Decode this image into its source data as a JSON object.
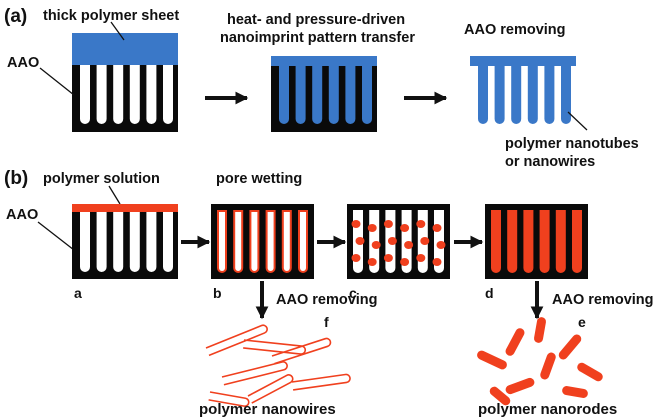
{
  "colors": {
    "polymer_blue": "#3a78c8",
    "polymer_red": "#f0401e",
    "aao": "#0a0a0a",
    "pore": "#ffffff"
  },
  "panel_a": {
    "label": "(a)",
    "thick_sheet_label": "thick polymer sheet",
    "aao_label": "AAO",
    "transfer_label_line1": "heat- and pressure-driven",
    "transfer_label_line2": "nanoimprint pattern transfer",
    "removing_label": "AAO removing",
    "result_line1": "polymer nanotubes",
    "result_line2": "or nanowires"
  },
  "panel_b": {
    "label": "(b)",
    "solution_label": "polymer solution",
    "wetting_label": "pore wetting",
    "aao_label": "AAO",
    "step_a": "a",
    "step_b": "b",
    "step_c": "c",
    "step_d": "d",
    "step_e": "e",
    "step_f": "f",
    "removing_label_1": "AAO removing",
    "removing_label_2": "AAO removing",
    "nanowires_label": "polymer nanowires",
    "nanorods_label": "polymer nanorodes"
  }
}
